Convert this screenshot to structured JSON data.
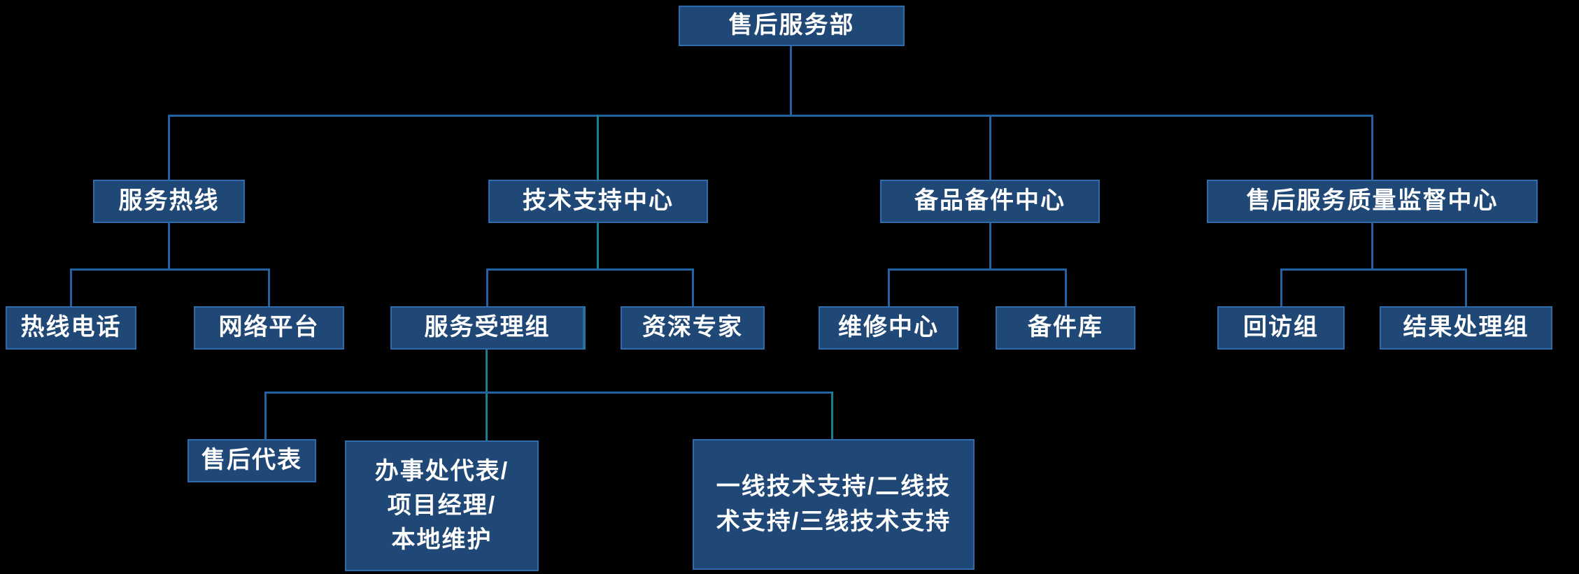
{
  "colors": {
    "background": "#000000",
    "node_fill": "#204877",
    "node_border": "#2e6cad",
    "node_text": "#ffffff",
    "line_blue": "#2362a3",
    "line_teal": "#17808e"
  },
  "nodes": {
    "root": {
      "label": "售后服务部"
    },
    "service_hotline": {
      "label": "服务热线"
    },
    "tech_support_center": {
      "label": "技术支持中心"
    },
    "spare_parts_center": {
      "label": "备品备件中心"
    },
    "quality_center": {
      "label": "售后服务质量监督中心"
    },
    "hotline_phone": {
      "label": "热线电话"
    },
    "network_platform": {
      "label": "网络平台"
    },
    "service_acceptance_group": {
      "label": "服务受理组"
    },
    "senior_experts": {
      "label": "资深专家"
    },
    "repair_center": {
      "label": "维修中心"
    },
    "spare_parts_warehouse": {
      "label": "备件库"
    },
    "return_visit_group": {
      "label": "回访组"
    },
    "result_handling_group": {
      "label": "结果处理组"
    },
    "aftersales_rep": {
      "label": "售后代表"
    },
    "office_rep": {
      "label": "办事处代表/项目经理/本地维护",
      "lines": [
        "办事处代表/",
        "项目经理/",
        "本地维护"
      ]
    },
    "frontline_tech_support": {
      "label": "一线技术支持/二线技术支持/三线技术支持",
      "lines": [
        "一线技术支持/二线技",
        "术支持/三线技术支持"
      ]
    }
  },
  "edges": [
    {
      "from": "root",
      "to": "service_hotline"
    },
    {
      "from": "root",
      "to": "tech_support_center"
    },
    {
      "from": "root",
      "to": "spare_parts_center"
    },
    {
      "from": "root",
      "to": "quality_center"
    },
    {
      "from": "service_hotline",
      "to": "hotline_phone"
    },
    {
      "from": "service_hotline",
      "to": "network_platform"
    },
    {
      "from": "tech_support_center",
      "to": "service_acceptance_group"
    },
    {
      "from": "tech_support_center",
      "to": "senior_experts"
    },
    {
      "from": "spare_parts_center",
      "to": "repair_center"
    },
    {
      "from": "spare_parts_center",
      "to": "spare_parts_warehouse"
    },
    {
      "from": "quality_center",
      "to": "return_visit_group"
    },
    {
      "from": "quality_center",
      "to": "result_handling_group"
    },
    {
      "from": "service_acceptance_group",
      "to": "aftersales_rep"
    },
    {
      "from": "service_acceptance_group",
      "to": "office_rep"
    },
    {
      "from": "service_acceptance_group",
      "to": "frontline_tech_support"
    }
  ]
}
